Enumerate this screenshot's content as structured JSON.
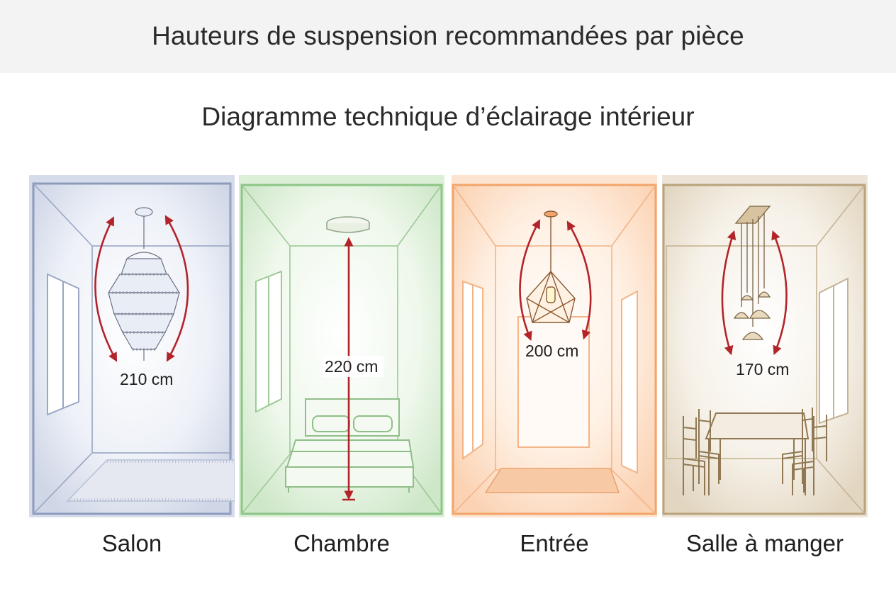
{
  "header": {
    "title": "Hauteurs de suspension recommandées par pièce",
    "subtitle": "Diagramme technique d’éclairage intérieur"
  },
  "rooms": [
    {
      "name": "Salon",
      "height_label": "210 cm",
      "fixture": "chandelier-icon",
      "color": "#7f8fb3"
    },
    {
      "name": "Chambre",
      "height_label": "220 cm",
      "fixture": "ceiling-light-icon",
      "color": "#86c07f"
    },
    {
      "name": "Entrée",
      "height_label": "200 cm",
      "fixture": "geometric-pendant-icon",
      "color": "#f2a46a"
    },
    {
      "name": "Salle à manger",
      "height_label": "170 cm",
      "fixture": "multi-pendant-icon",
      "color": "#b9a27c"
    }
  ],
  "colors": {
    "arrow": "#b3242a",
    "header_band": "#f3f3f3"
  }
}
